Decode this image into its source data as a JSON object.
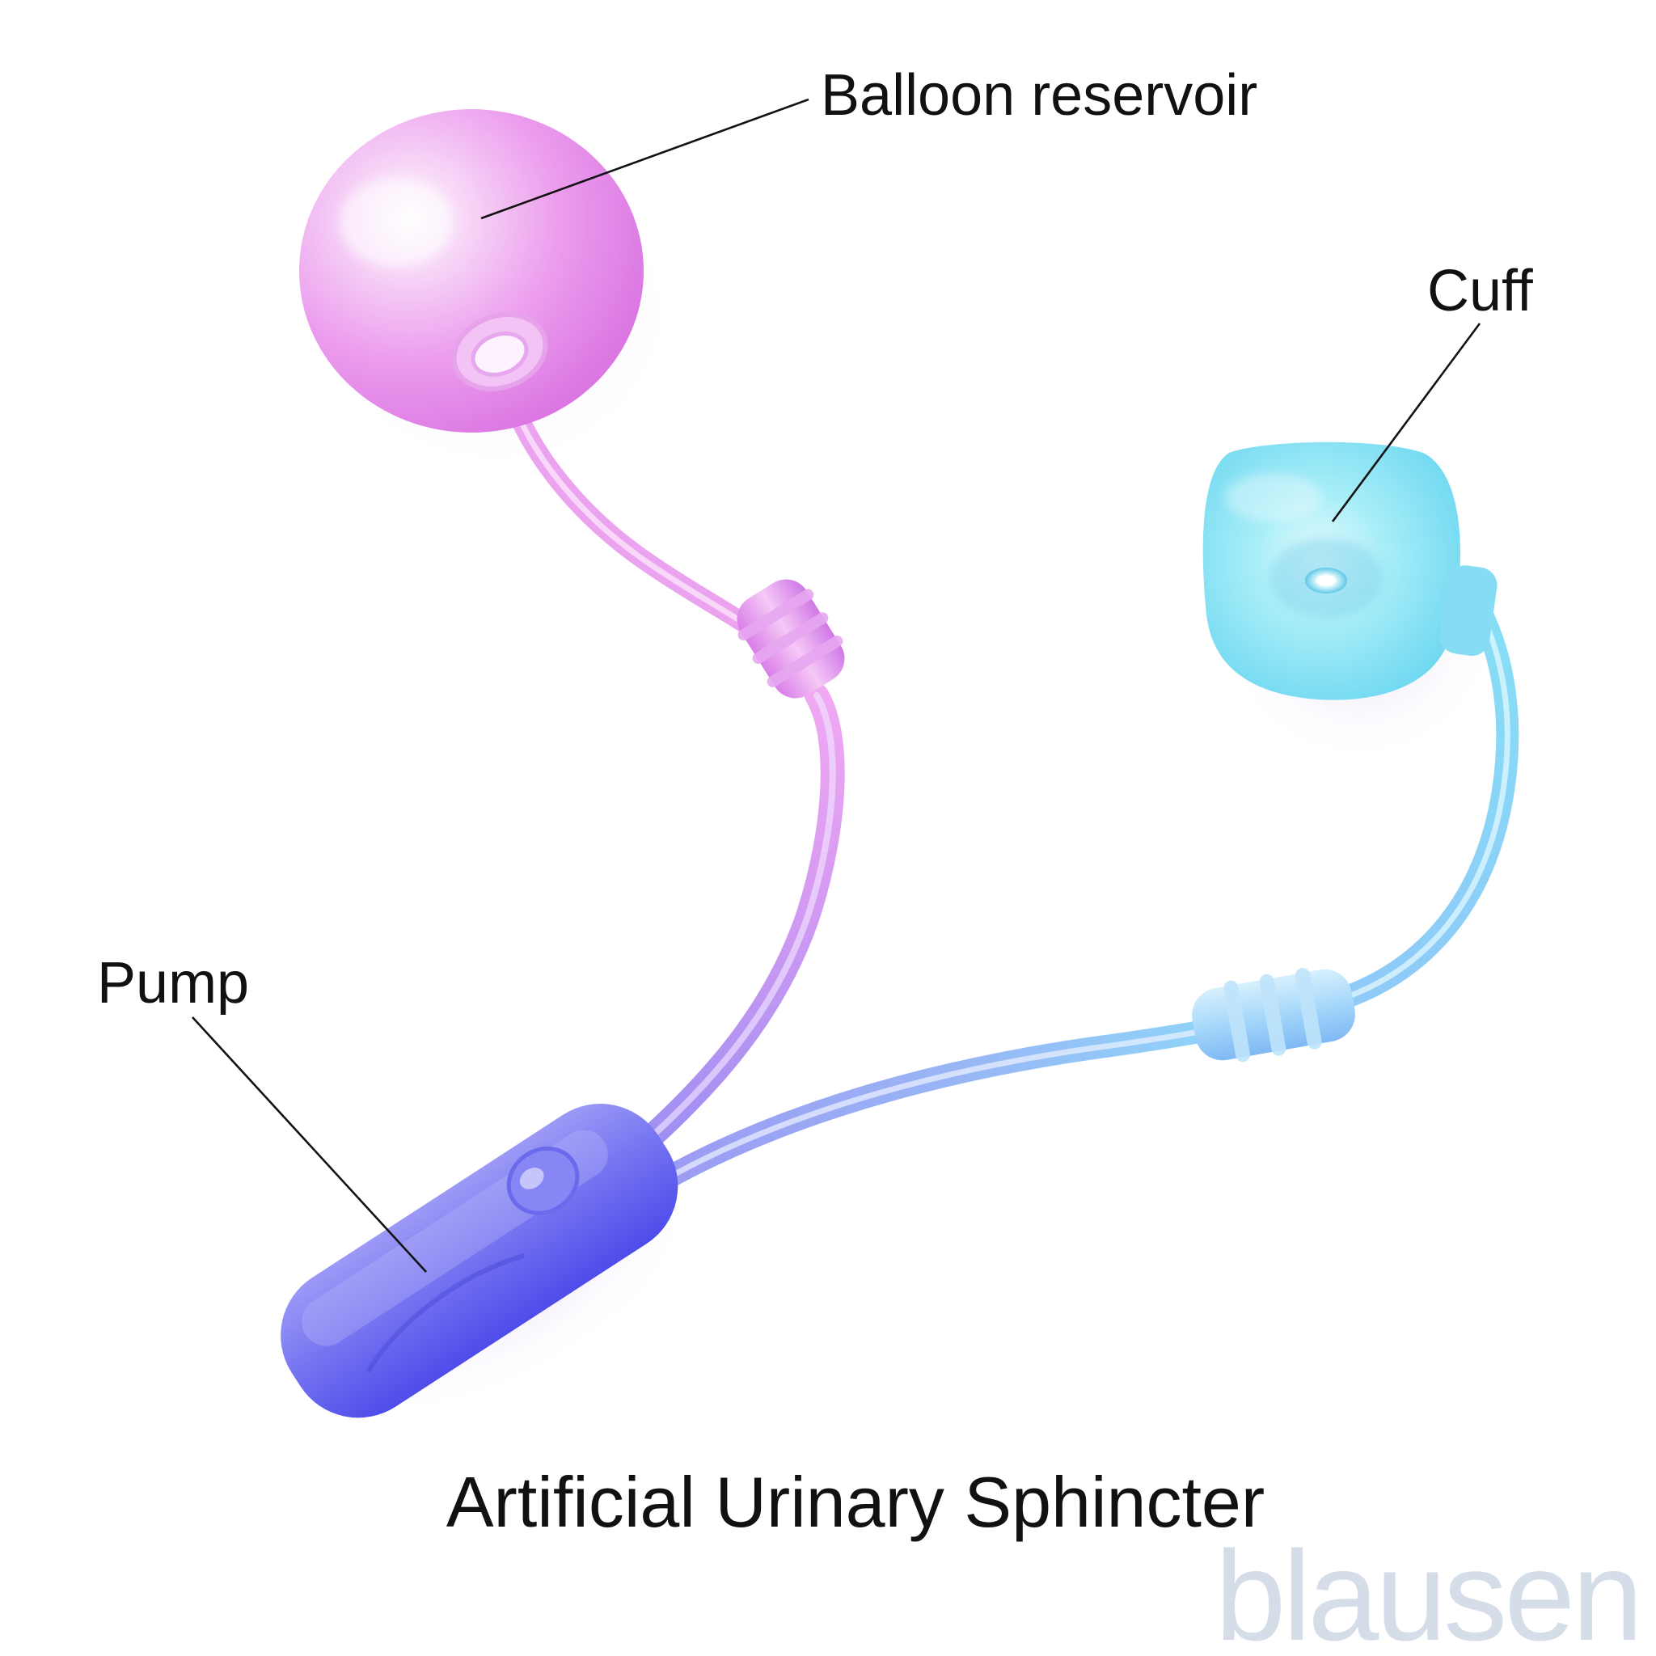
{
  "title": "Artificial Urinary Sphincter",
  "labels": {
    "balloon": "Balloon reservoir",
    "cuff": "Cuff",
    "pump": "Pump"
  },
  "watermark": "blausen",
  "colors": {
    "balloon": "#e58ae8",
    "tube_pink": "#eea4ef",
    "tube_violet": "#b79cf2",
    "pump": "#6e6cf0",
    "cuff": "#7fe2f2",
    "tube_blue": "#8fd0f7",
    "watermark": "#d5dde8",
    "text": "#111111"
  }
}
